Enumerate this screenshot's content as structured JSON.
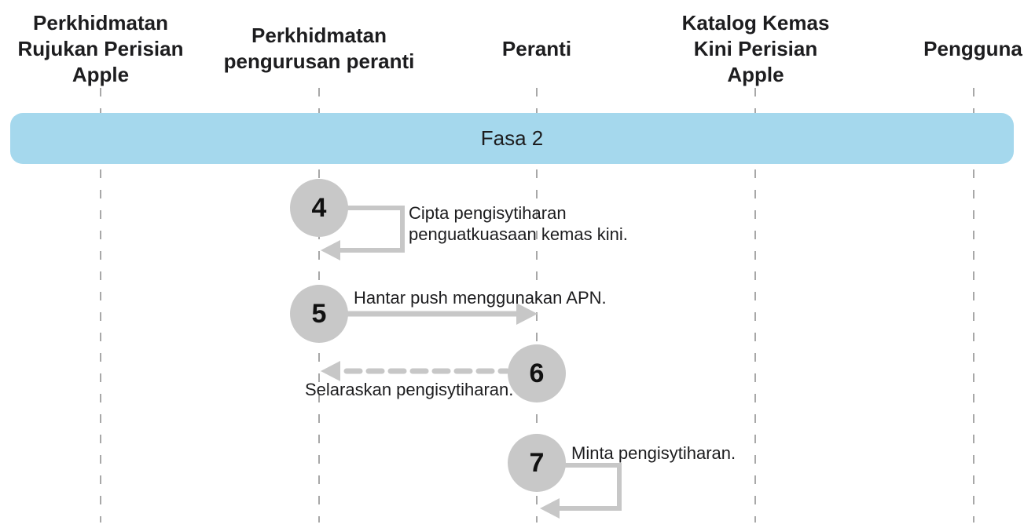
{
  "diagram": {
    "actors": [
      {
        "label": "Perkhidmatan Rujukan Perisian Apple"
      },
      {
        "label": "Perkhidmatan pengurusan peranti"
      },
      {
        "label": "Peranti"
      },
      {
        "label": "Katalog Kemas Kini Perisian Apple"
      },
      {
        "label": "Pengguna"
      }
    ],
    "phase": {
      "label": "Fasa 2"
    },
    "steps": [
      {
        "number": "4",
        "text": "Cipta pengisytiharan penguatkuasaan kemas kini.",
        "kind": "self-message",
        "from": "Perkhidmatan pengurusan peranti",
        "to": "Perkhidmatan pengurusan peranti",
        "line_style": "solid"
      },
      {
        "number": "5",
        "text": "Hantar push menggunakan APN.",
        "kind": "message",
        "from": "Perkhidmatan pengurusan peranti",
        "to": "Peranti",
        "line_style": "solid"
      },
      {
        "number": "6",
        "text": "Selaraskan pengisytiharan.",
        "kind": "message",
        "from": "Peranti",
        "to": "Perkhidmatan pengurusan peranti",
        "line_style": "dashed"
      },
      {
        "number": "7",
        "text": "Minta pengisytiharan.",
        "kind": "self-message",
        "from": "Peranti",
        "to": "Peranti",
        "line_style": "solid"
      }
    ],
    "colors": {
      "phase_banner": "#a5d8ed",
      "step_circle": "#c8c8c8",
      "arrow": "#c7c7c7",
      "lifeline": "#a8a8a8",
      "text": "#1d1d1f",
      "background": "#ffffff"
    }
  }
}
